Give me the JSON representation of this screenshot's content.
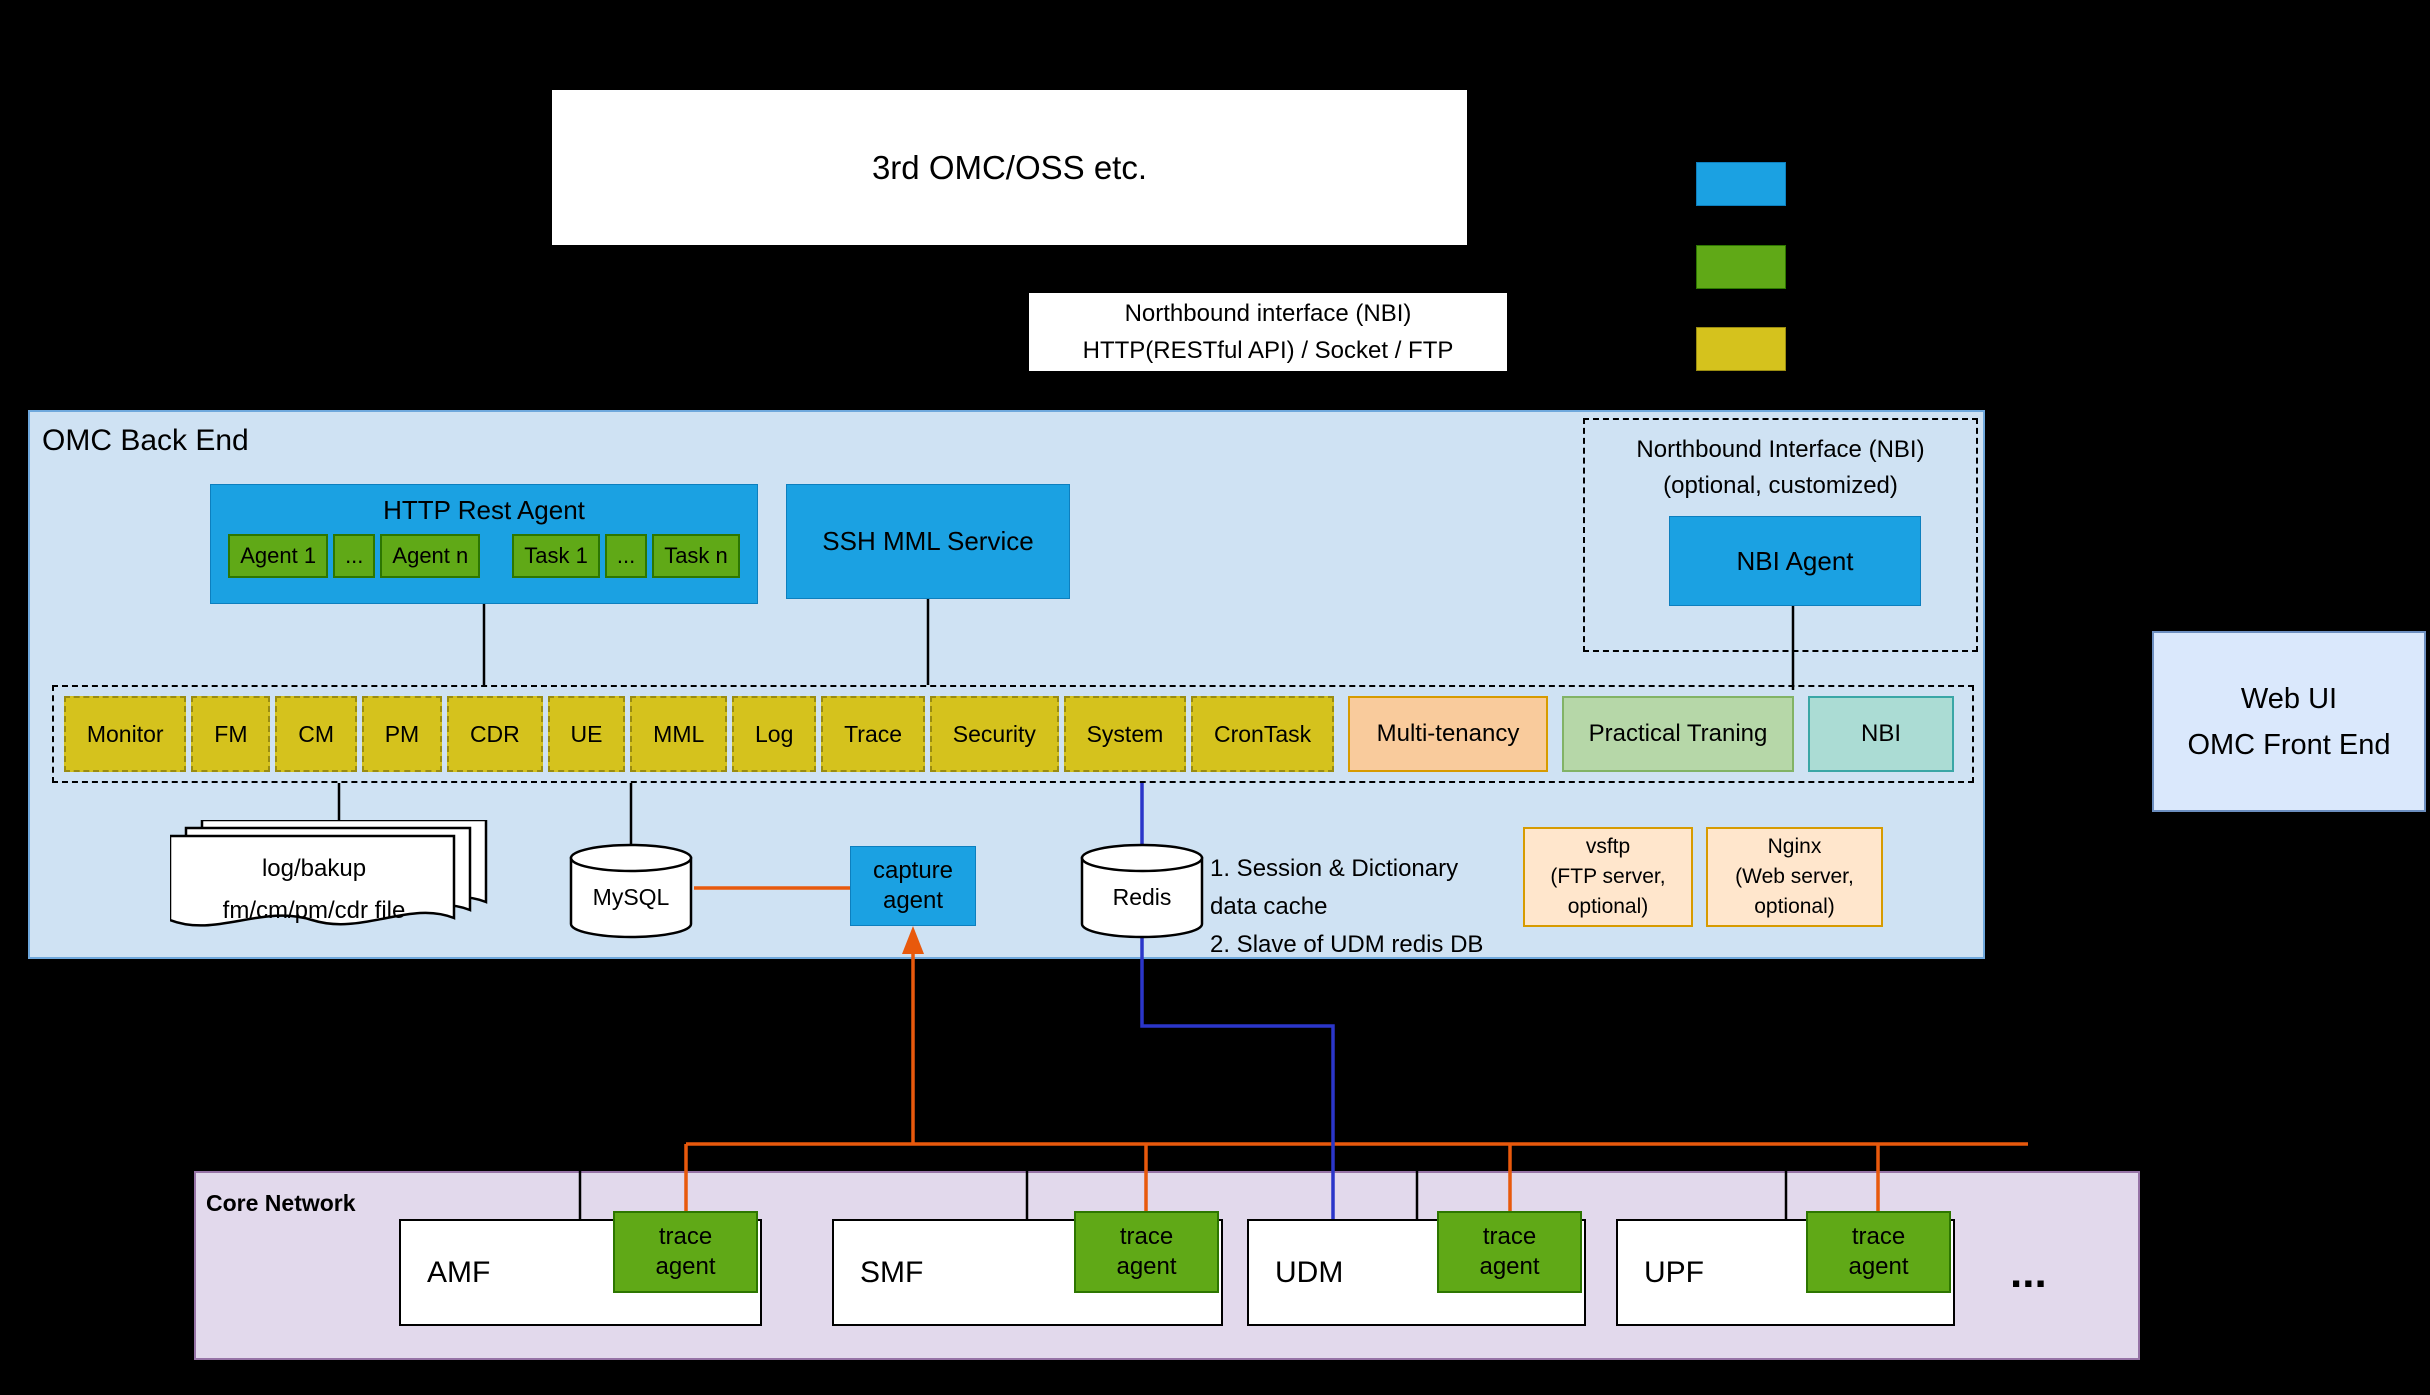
{
  "colors": {
    "background": "#000000",
    "blue": "#1ba1e2",
    "green": "#60a917",
    "yellow": "#d5c21d",
    "backend_fill": "#cfe2f3",
    "core_fill": "#e2d9ec",
    "orange_line": "#e8590c",
    "blue_line": "#2b36c9"
  },
  "top": {
    "oss_label": "3rd OMC/OSS etc.",
    "nbi_line1": "Northbound interface (NBI)",
    "nbi_line2": "HTTP(RESTful API) / Socket / FTP"
  },
  "legend": {
    "swatches": [
      {
        "name": "blue",
        "color": "#1ba1e2"
      },
      {
        "name": "green",
        "color": "#60a917"
      },
      {
        "name": "yellow",
        "color": "#d5c21d"
      }
    ]
  },
  "backend": {
    "title": "OMC Back End",
    "http_rest_agent": {
      "title": "HTTP Rest Agent",
      "items": [
        "Agent 1",
        "...",
        "Agent n",
        "Task 1",
        "...",
        "Task n"
      ]
    },
    "ssh_mml_label": "SSH MML Service",
    "nbi_box": {
      "line1": "Northbound Interface (NBI)",
      "line2": "(optional, customized)",
      "agent_label": "NBI  Agent"
    },
    "modules": [
      "Monitor",
      "FM",
      "CM",
      "PM",
      "CDR",
      "UE",
      "MML",
      "Log",
      "Trace",
      "Security",
      "System",
      "CronTask"
    ],
    "module_multitenancy": "Multi-tenancy",
    "module_practical": "Practical Traning",
    "module_nbi": "NBI",
    "log_file": {
      "line1": "log/bakup",
      "line2": "fm/cm/pm/cdr file"
    },
    "mysql_label": "MySQL",
    "capture_agent": {
      "line1": "capture",
      "line2": "agent"
    },
    "redis_label": "Redis",
    "redis_note": {
      "line1": "1. Session & Dictionary",
      "line2": "data cache",
      "line3": "2. Slave of UDM redis DB"
    },
    "vsftp": {
      "line1": "vsftp",
      "line2": "(FTP server,",
      "line3": "optional)"
    },
    "nginx": {
      "line1": "Nginx",
      "line2": "(Web server,",
      "line3": "optional)"
    }
  },
  "frontend": {
    "line1": "Web UI",
    "line2": "OMC Front End"
  },
  "core": {
    "title": "Core Network",
    "nfs": [
      "AMF",
      "SMF",
      "UDM",
      "UPF"
    ],
    "trace_agent": {
      "line1": "trace",
      "line2": "agent"
    },
    "ellipsis": "..."
  }
}
